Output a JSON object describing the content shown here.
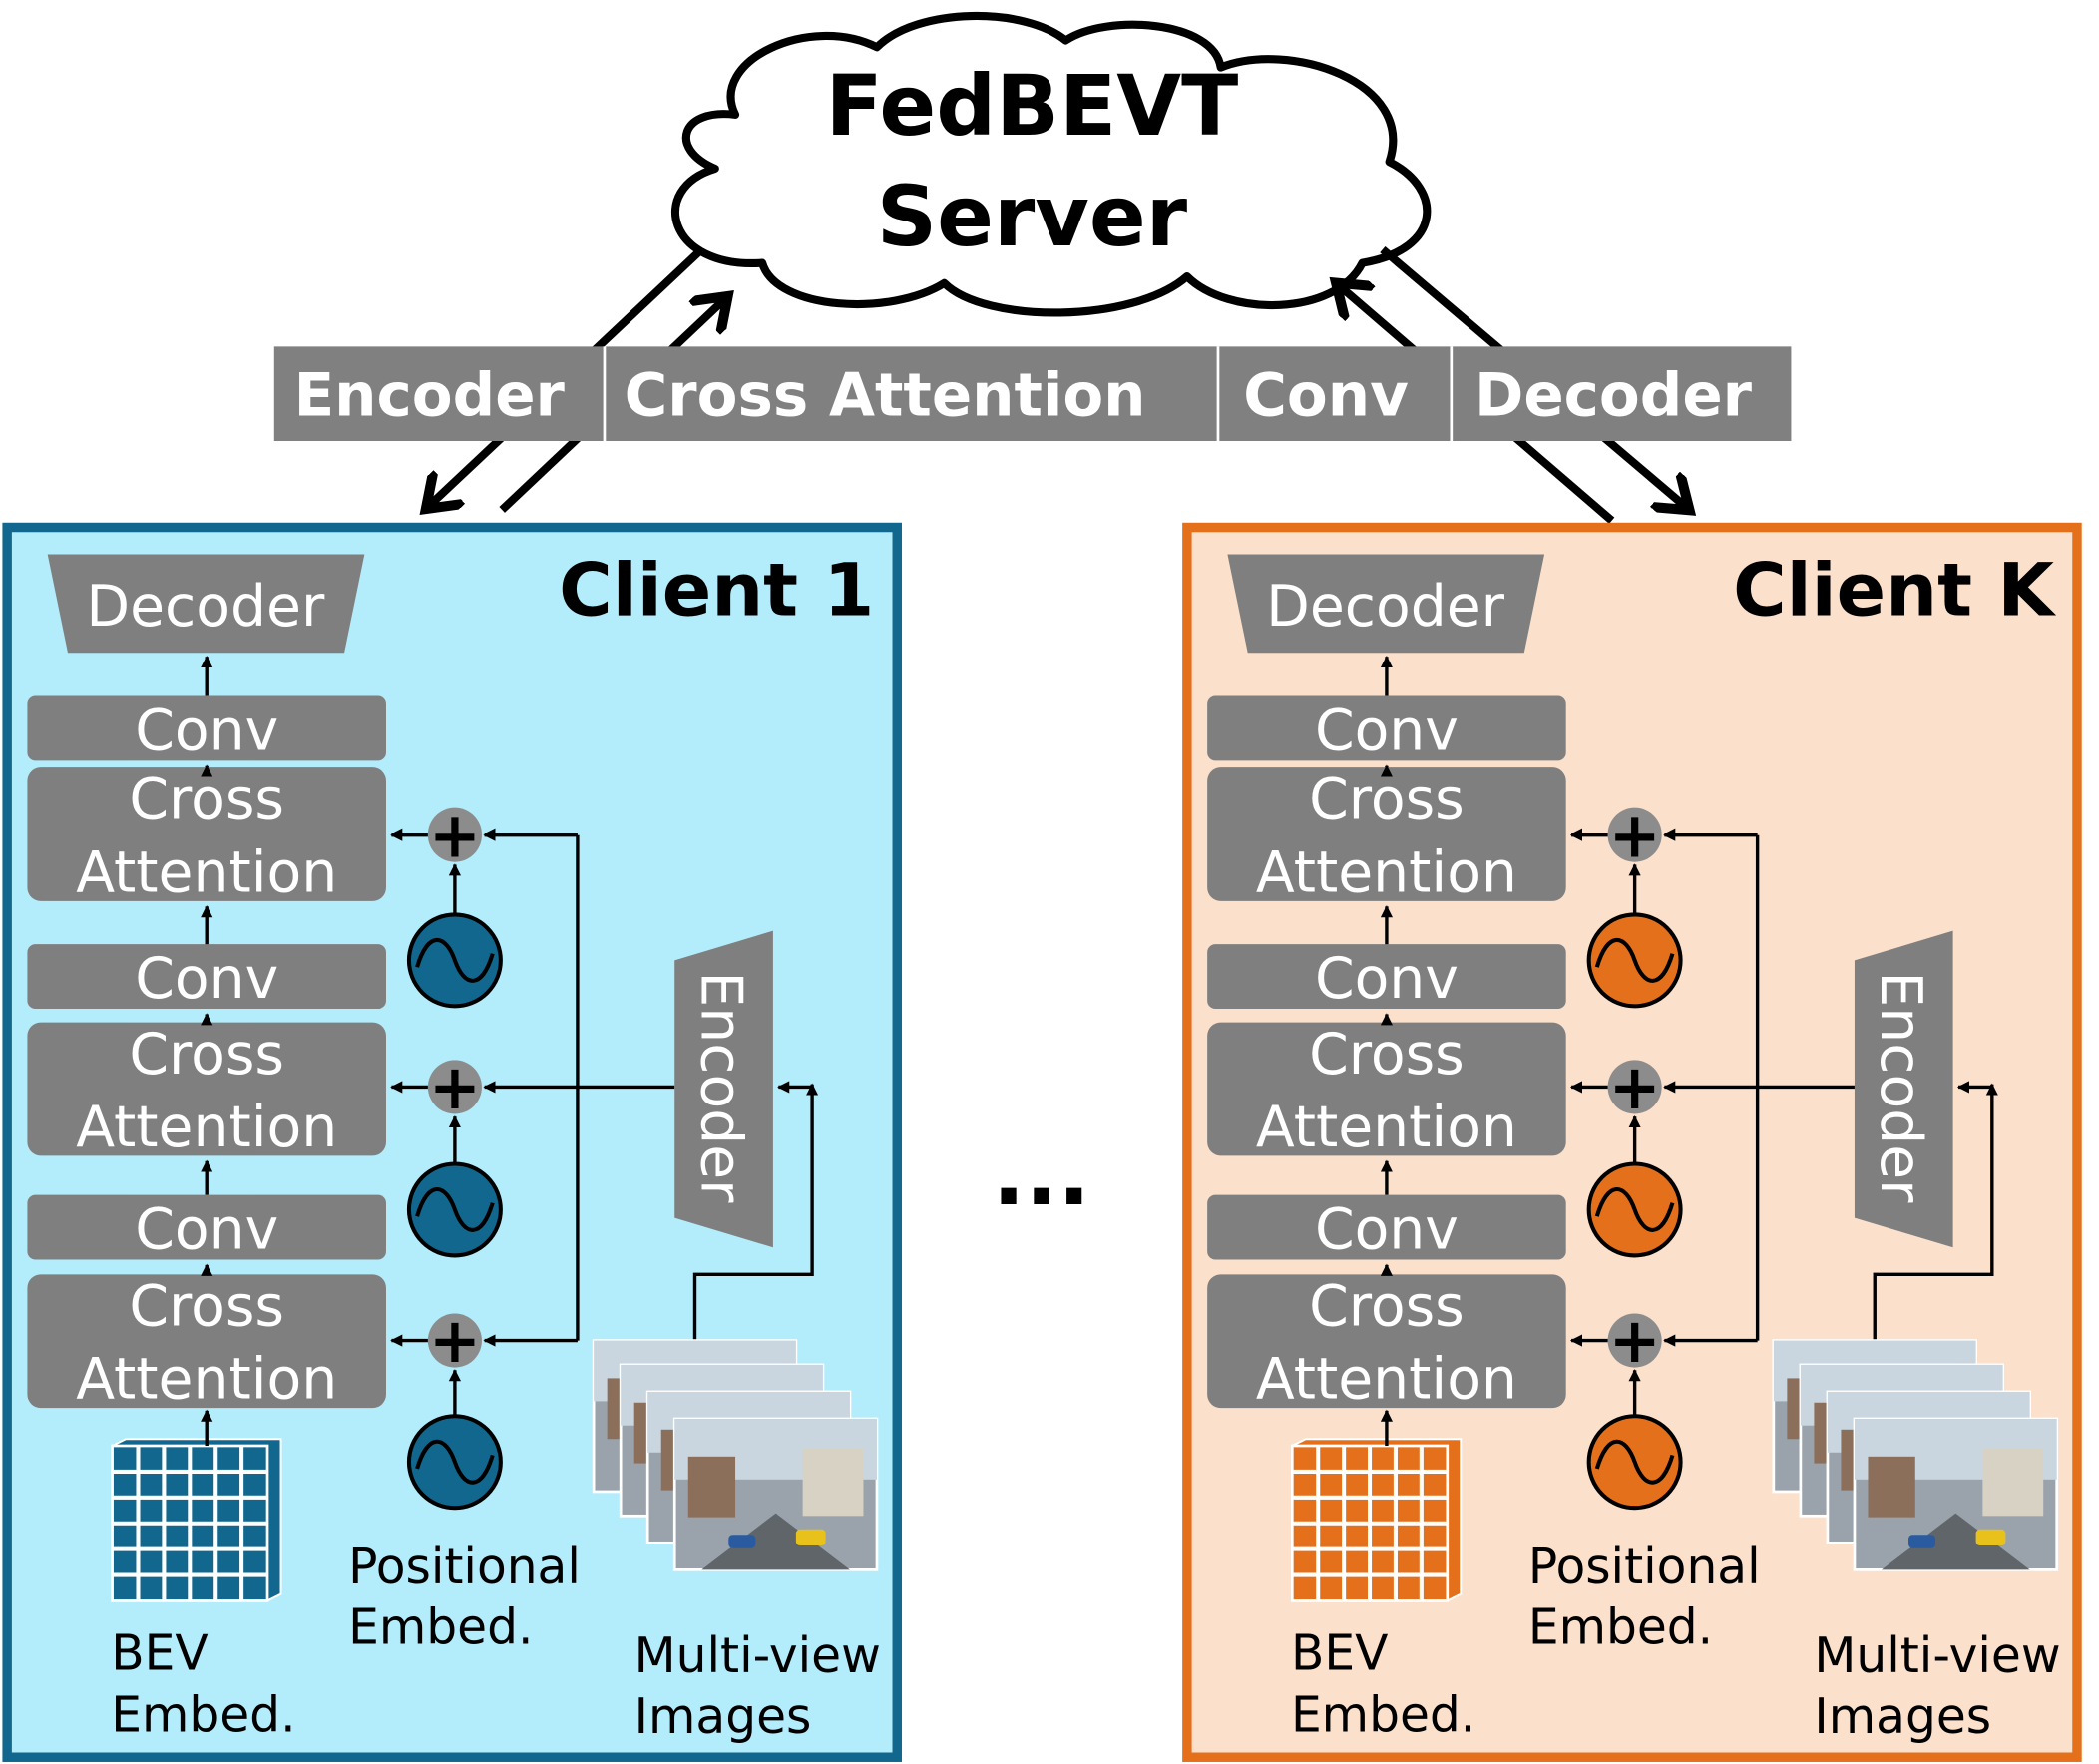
{
  "server": {
    "line1": "FedBEVT",
    "line2": "Server"
  },
  "shared_bar": {
    "encoder": "Encoder",
    "cross_attention": "Cross Attention",
    "conv": "Conv",
    "decoder": "Decoder"
  },
  "ellipsis": "...",
  "colors": {
    "client1_fill": "#b3ecfb",
    "client1_border": "#11678d",
    "client1_accent": "#11678d",
    "clientK_fill": "#fbe0cc",
    "clientK_border": "#e5701b",
    "clientK_accent": "#e5701b",
    "block_gray": "#7f7f7f",
    "bar_gray": "#808080"
  },
  "clients": [
    {
      "title": "Client 1",
      "decoder": "Decoder",
      "blocks": [
        {
          "conv": "Conv",
          "cross_line1": "Cross",
          "cross_line2": "Attention"
        },
        {
          "conv": "Conv",
          "cross_line1": "Cross",
          "cross_line2": "Attention"
        },
        {
          "conv": "Conv",
          "cross_line1": "Cross",
          "cross_line2": "Attention"
        }
      ],
      "encoder": "Encoder",
      "bev_line1": "BEV",
      "bev_line2": "Embed.",
      "pos_line1": "Positional",
      "pos_line2": "Embed.",
      "mv_line1": "Multi-view",
      "mv_line2": "Images"
    },
    {
      "title": "Client K",
      "decoder": "Decoder",
      "blocks": [
        {
          "conv": "Conv",
          "cross_line1": "Cross",
          "cross_line2": "Attention"
        },
        {
          "conv": "Conv",
          "cross_line1": "Cross",
          "cross_line2": "Attention"
        },
        {
          "conv": "Conv",
          "cross_line1": "Cross",
          "cross_line2": "Attention"
        }
      ],
      "encoder": "Encoder",
      "bev_line1": "BEV",
      "bev_line2": "Embed.",
      "pos_line1": "Positional",
      "pos_line2": "Embed.",
      "mv_line1": "Multi-view",
      "mv_line2": "Images"
    }
  ]
}
